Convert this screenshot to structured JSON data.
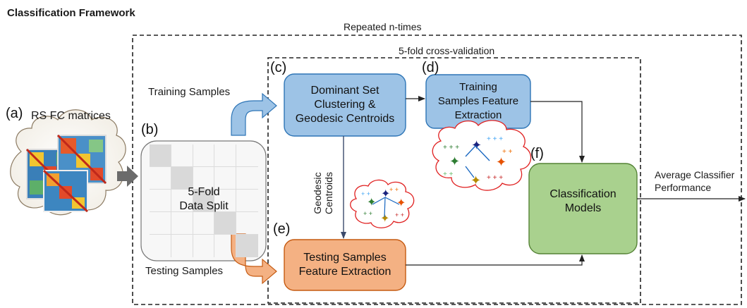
{
  "title": "Classification Framework",
  "outer_loop_label": "Repeated n-times",
  "inner_loop_label": "5-fold cross-validation",
  "panel_a": {
    "letter": "(a)",
    "label": "RS FC matrices"
  },
  "panel_b": {
    "letter": "(b)",
    "line1": "5-Fold",
    "line2": "Data Split"
  },
  "panel_c": {
    "letter": "(c)",
    "line1": "Dominant Set",
    "line2": "Clustering &",
    "line3": "Geodesic Centroids"
  },
  "panel_d": {
    "letter": "(d)",
    "line1": "Training",
    "line2": "Samples Feature",
    "line3": "Extraction"
  },
  "panel_e": {
    "letter": "(e)",
    "line1": "Testing Samples",
    "line2": "Feature Extraction"
  },
  "panel_f": {
    "letter": "(f)",
    "line1": "Classification",
    "line2": "Models"
  },
  "training_samples_label": "Training Samples",
  "testing_samples_label": "Testing Samples",
  "geodesic_label_1": "Geodesic",
  "geodesic_label_2": "Centroids",
  "output_line1": "Average Classifier",
  "output_line2": "Performance",
  "colors": {
    "blue_box": "#9dc3e6",
    "blue_border": "#2e75b6",
    "orange_box": "#f4b183",
    "orange_border": "#c55a11",
    "green_box": "#a9d18e",
    "green_border": "#548235"
  }
}
